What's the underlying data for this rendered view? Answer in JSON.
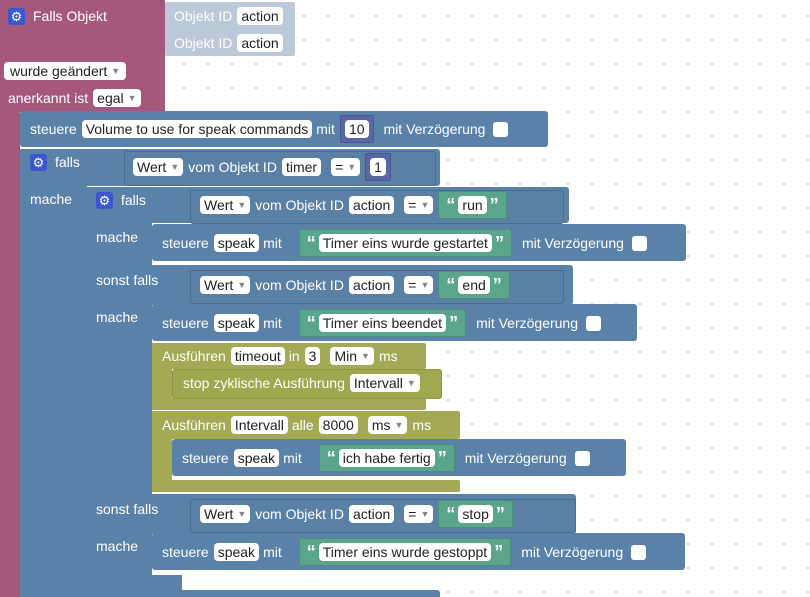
{
  "trigger": {
    "title": "Falls Objekt",
    "obj_label": "Objekt ID",
    "obj_ids": [
      "action",
      "action"
    ],
    "changed": "wurde geändert",
    "ack_label": "anerkannt ist",
    "ack_value": "egal"
  },
  "kw": {
    "steuere": "steuere",
    "mit": "mit",
    "delay": "mit Verzögerung",
    "falls": "falls",
    "mache": "mache",
    "sonst_falls": "sonst falls",
    "wert": "Wert",
    "vom_obj": "vom Objekt ID",
    "eq": "=",
    "open_q": "“",
    "close_q": "”",
    "ausfuehren": "Ausführen",
    "in": "in",
    "alle": "alle",
    "ms": "ms",
    "stop_text": "stop zyklische Ausführung"
  },
  "volume": {
    "target": "Volume to use for speak commands",
    "value": "10"
  },
  "cond_timer": {
    "obj": "timer",
    "value": "1"
  },
  "branches": [
    {
      "obj": "action",
      "value": "run",
      "speak": "speak",
      "text": "Timer eins wurde gestartet"
    },
    {
      "obj": "action",
      "value": "end",
      "speak": "speak",
      "text": "Timer eins beendet"
    },
    {
      "obj": "action",
      "value": "stop",
      "speak": "speak",
      "text": "Timer eins wurde gestoppt"
    }
  ],
  "timeout": {
    "name": "timeout",
    "value": "3",
    "unit": "Min"
  },
  "stop_target": "Intervall",
  "interval": {
    "name": "Intervall",
    "value": "8000",
    "unit": "ms",
    "speak": "speak",
    "text": "ich habe fertig"
  }
}
